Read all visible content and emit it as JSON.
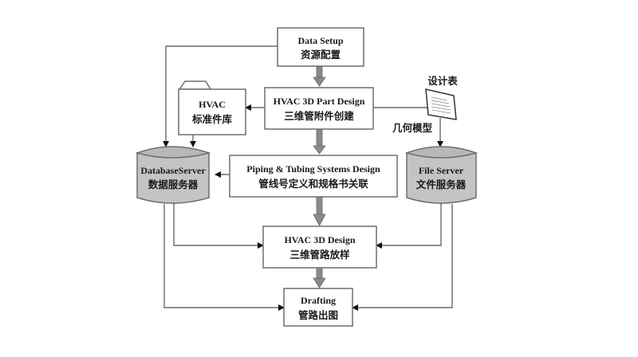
{
  "diagram": {
    "nodes": {
      "data_setup": {
        "en": "Data Setup",
        "zh": "资源配置"
      },
      "part_design": {
        "en": "HVAC 3D Part Design",
        "zh": "三维管附件创建"
      },
      "hvac_library": {
        "en": "HVAC",
        "zh": "标准件库"
      },
      "piping_design": {
        "en": "Piping & Tubing Systems Design",
        "zh": "管线号定义和规格书关联"
      },
      "database_server": {
        "en": "DatabaseServer",
        "zh": "数据服务器"
      },
      "file_server": {
        "en": "File Server",
        "zh": "文件服务器"
      },
      "hvac_3d_design": {
        "en": "HVAC 3D Design",
        "zh": "三维管路放样"
      },
      "drafting": {
        "en": "Drafting",
        "zh": "管路出图"
      }
    },
    "labels": {
      "design_table": "设计表",
      "geometry_model": "几何模型"
    },
    "edges": [
      {
        "from": "data_setup",
        "to": "part_design",
        "style": "thick"
      },
      {
        "from": "part_design",
        "to": "piping_design",
        "style": "thick"
      },
      {
        "from": "piping_design",
        "to": "hvac_3d_design",
        "style": "thick"
      },
      {
        "from": "hvac_3d_design",
        "to": "drafting",
        "style": "thick"
      },
      {
        "from": "data_setup",
        "to": "database_server",
        "style": "thin"
      },
      {
        "from": "part_design",
        "to": "hvac_library",
        "style": "thin"
      },
      {
        "from": "hvac_library",
        "to": "database_server",
        "style": "thin"
      },
      {
        "from": "piping_design",
        "to": "database_server",
        "style": "thin"
      },
      {
        "from": "part_design",
        "to": "design_table",
        "style": "thin-line"
      },
      {
        "from": "design_table",
        "to": "file_server",
        "style": "thin",
        "label": "几何模型"
      },
      {
        "from": "database_server",
        "to": "hvac_3d_design",
        "style": "bidirectional"
      },
      {
        "from": "file_server",
        "to": "hvac_3d_design",
        "style": "bidirectional"
      },
      {
        "from": "database_server",
        "to": "drafting",
        "style": "thin"
      },
      {
        "from": "file_server",
        "to": "drafting",
        "style": "thin"
      }
    ]
  }
}
